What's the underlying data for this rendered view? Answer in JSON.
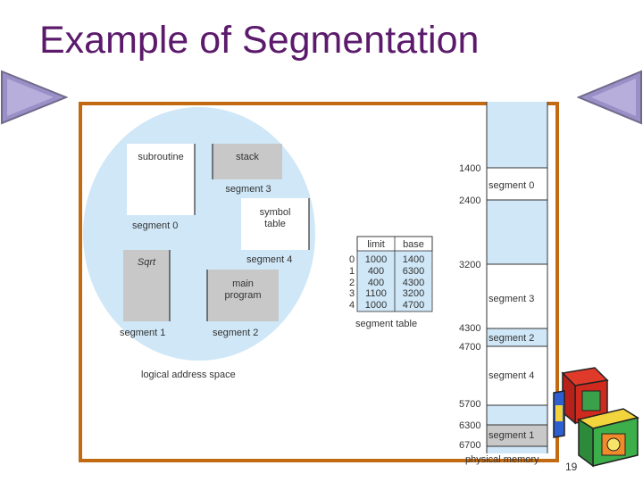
{
  "slide": {
    "title": "Example of Segmentation",
    "page_number": "19"
  },
  "logical": {
    "caption": "logical address space",
    "boxes": {
      "subroutine": "subroutine",
      "stack": "stack",
      "symbol_line1": "symbol",
      "symbol_line2": "table",
      "sqrt": "Sqrt",
      "main_line1": "main",
      "main_line2": "program"
    },
    "segment_labels": {
      "seg0": "segment 0",
      "seg1": "segment 1",
      "seg2": "segment 2",
      "seg3": "segment 3",
      "seg4": "segment 4"
    }
  },
  "segment_table": {
    "caption": "segment table",
    "headers": [
      "limit",
      "base"
    ],
    "rows": [
      {
        "index": "0",
        "limit": "1000",
        "base": "1400"
      },
      {
        "index": "1",
        "limit": "400",
        "base": "6300"
      },
      {
        "index": "2",
        "limit": "400",
        "base": "4300"
      },
      {
        "index": "3",
        "limit": "1100",
        "base": "3200"
      },
      {
        "index": "4",
        "limit": "1000",
        "base": "4700"
      }
    ]
  },
  "physical": {
    "caption": "physical memory",
    "addresses": [
      "1400",
      "2400",
      "3200",
      "4300",
      "4700",
      "5700",
      "6300",
      "6700"
    ],
    "segments": [
      "segment 0",
      "segment 3",
      "segment 2",
      "segment 4",
      "segment 1"
    ]
  },
  "colors": {
    "title": "#5b1a6b",
    "frame": "#c26a12",
    "light_blue": "#cfe7f7",
    "box_gray": "#c8c8c8",
    "triangle": "#9a8fc6"
  }
}
